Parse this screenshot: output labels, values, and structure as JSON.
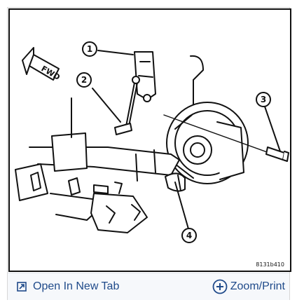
{
  "figure": {
    "fwd_label": "FWD",
    "callouts": [
      "1",
      "2",
      "3",
      "4"
    ],
    "code": "8131b410"
  },
  "toolbar": {
    "open_label": "Open In New Tab",
    "zoom_label": "Zoom/Print",
    "open_icon": "open-in-new-tab-icon",
    "zoom_icon": "zoom-plus-icon",
    "accent": "#1f4a8a"
  }
}
